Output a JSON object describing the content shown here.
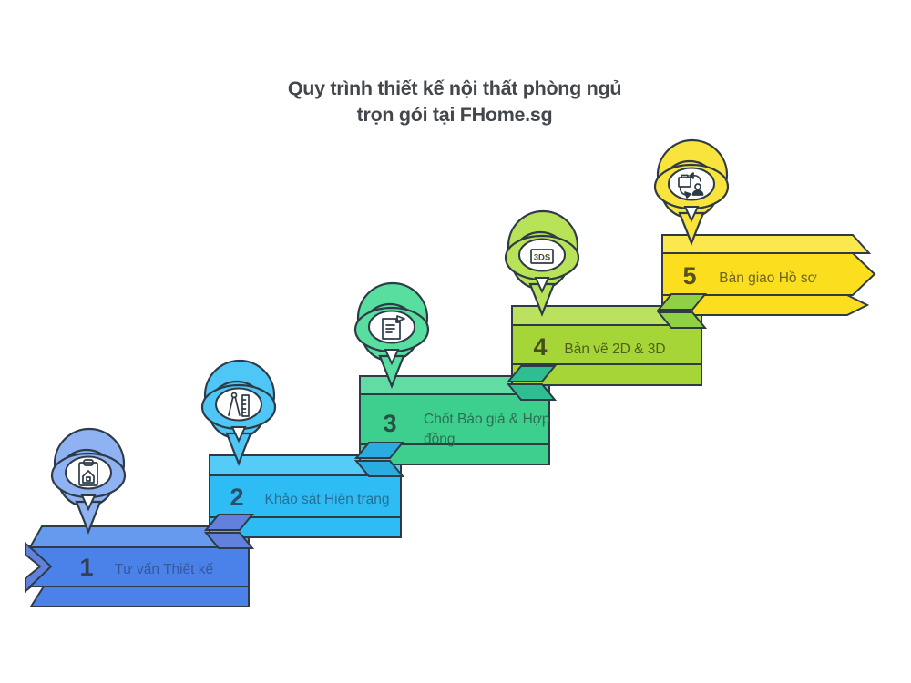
{
  "title": {
    "line1": "Quy trình thiết kế nội thất phòng ngủ",
    "line2": "trọn gói tại FHome.sg",
    "color": "#43474c"
  },
  "outline_color": "#2e3b47",
  "background": "#ffffff",
  "steps": [
    {
      "number": "1",
      "label": "Tư vấn Thiết kế",
      "icon": "clipboard-house-icon",
      "colors": {
        "ribbon": "#4a82ea",
        "ribbon_top": "#659aef",
        "pin": "#8fb2f3",
        "fold": "#6181dd",
        "number_text": "#333f55",
        "label_text": "#35589d"
      }
    },
    {
      "number": "2",
      "label": "Khảo sát Hiện trạng",
      "icon": "drafting-compass-ruler-icon",
      "colors": {
        "ribbon": "#2dbdf4",
        "ribbon_top": "#55cbf7",
        "pin": "#4ec7f7",
        "fold": "#29acdf",
        "number_text": "#2c4c68",
        "label_text": "#2b6d95"
      }
    },
    {
      "number": "3",
      "label": "Chốt Báo giá & Hợp đồng",
      "label_line1": "Chốt Báo giá & Hợp",
      "label_line2": "đồng",
      "icon": "contract-document-icon",
      "colors": {
        "ribbon": "#3ccf8e",
        "ribbon_top": "#62dba4",
        "pin": "#58de9e",
        "fold": "#2fbd92",
        "number_text": "#2c4f42",
        "label_text": "#2c7052"
      }
    },
    {
      "number": "4",
      "label": "Bản vẽ 2D & 3D",
      "icon": "3d-software-box-icon",
      "icon_text": "3DS",
      "colors": {
        "ribbon": "#a6d537",
        "ribbon_top": "#bae25e",
        "pin": "#b8e257",
        "fold": "#90d045",
        "number_text": "#454f1d",
        "label_text": "#505f1d"
      }
    },
    {
      "number": "5",
      "label": "Bàn giao Hồ sơ",
      "icon": "handover-briefcase-icon",
      "colors": {
        "ribbon": "#fbdf1f",
        "ribbon_top": "#fce74f",
        "pin": "#f9e33d",
        "fold": "#e8cb1e",
        "number_text": "#57511f",
        "label_text": "#6f6426"
      }
    }
  ]
}
